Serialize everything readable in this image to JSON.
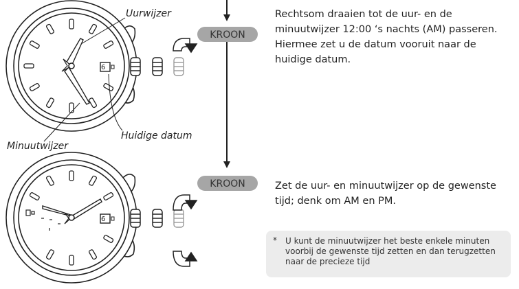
{
  "colors": {
    "stroke": "#222222",
    "badge_fill": "#a6a6a6",
    "note_bg": "#ececec"
  },
  "labels": {
    "hour_hand": "Uurwijzer",
    "minute_hand": "Minuutwijzer",
    "current_date": "Huidige datum",
    "crown_badge_1": "KROON",
    "crown_badge_2": "KROON"
  },
  "date_window": {
    "top": "6",
    "bottom": "6"
  },
  "instructions": {
    "step1": "Rechtsom draaien tot de uur- en de minuutwijzer 12:00 ‘s nachts (AM) passeren. Hiermee zet u de datum vooruit naar de huidige datum.",
    "step2": "Zet de uur- en minuutwijzer op de gewenste tijd; denk om AM en PM."
  },
  "note": {
    "marker": "*",
    "text": "U kunt de minuutwijzer het beste enkele minuten voorbij de gewenste tijd zetten en dan terugzetten naar de precieze tijd"
  },
  "icons": [
    "arrow-down-icon",
    "rotate-clockwise-icon",
    "rotate-counterclockwise-icon",
    "crown-icon"
  ]
}
